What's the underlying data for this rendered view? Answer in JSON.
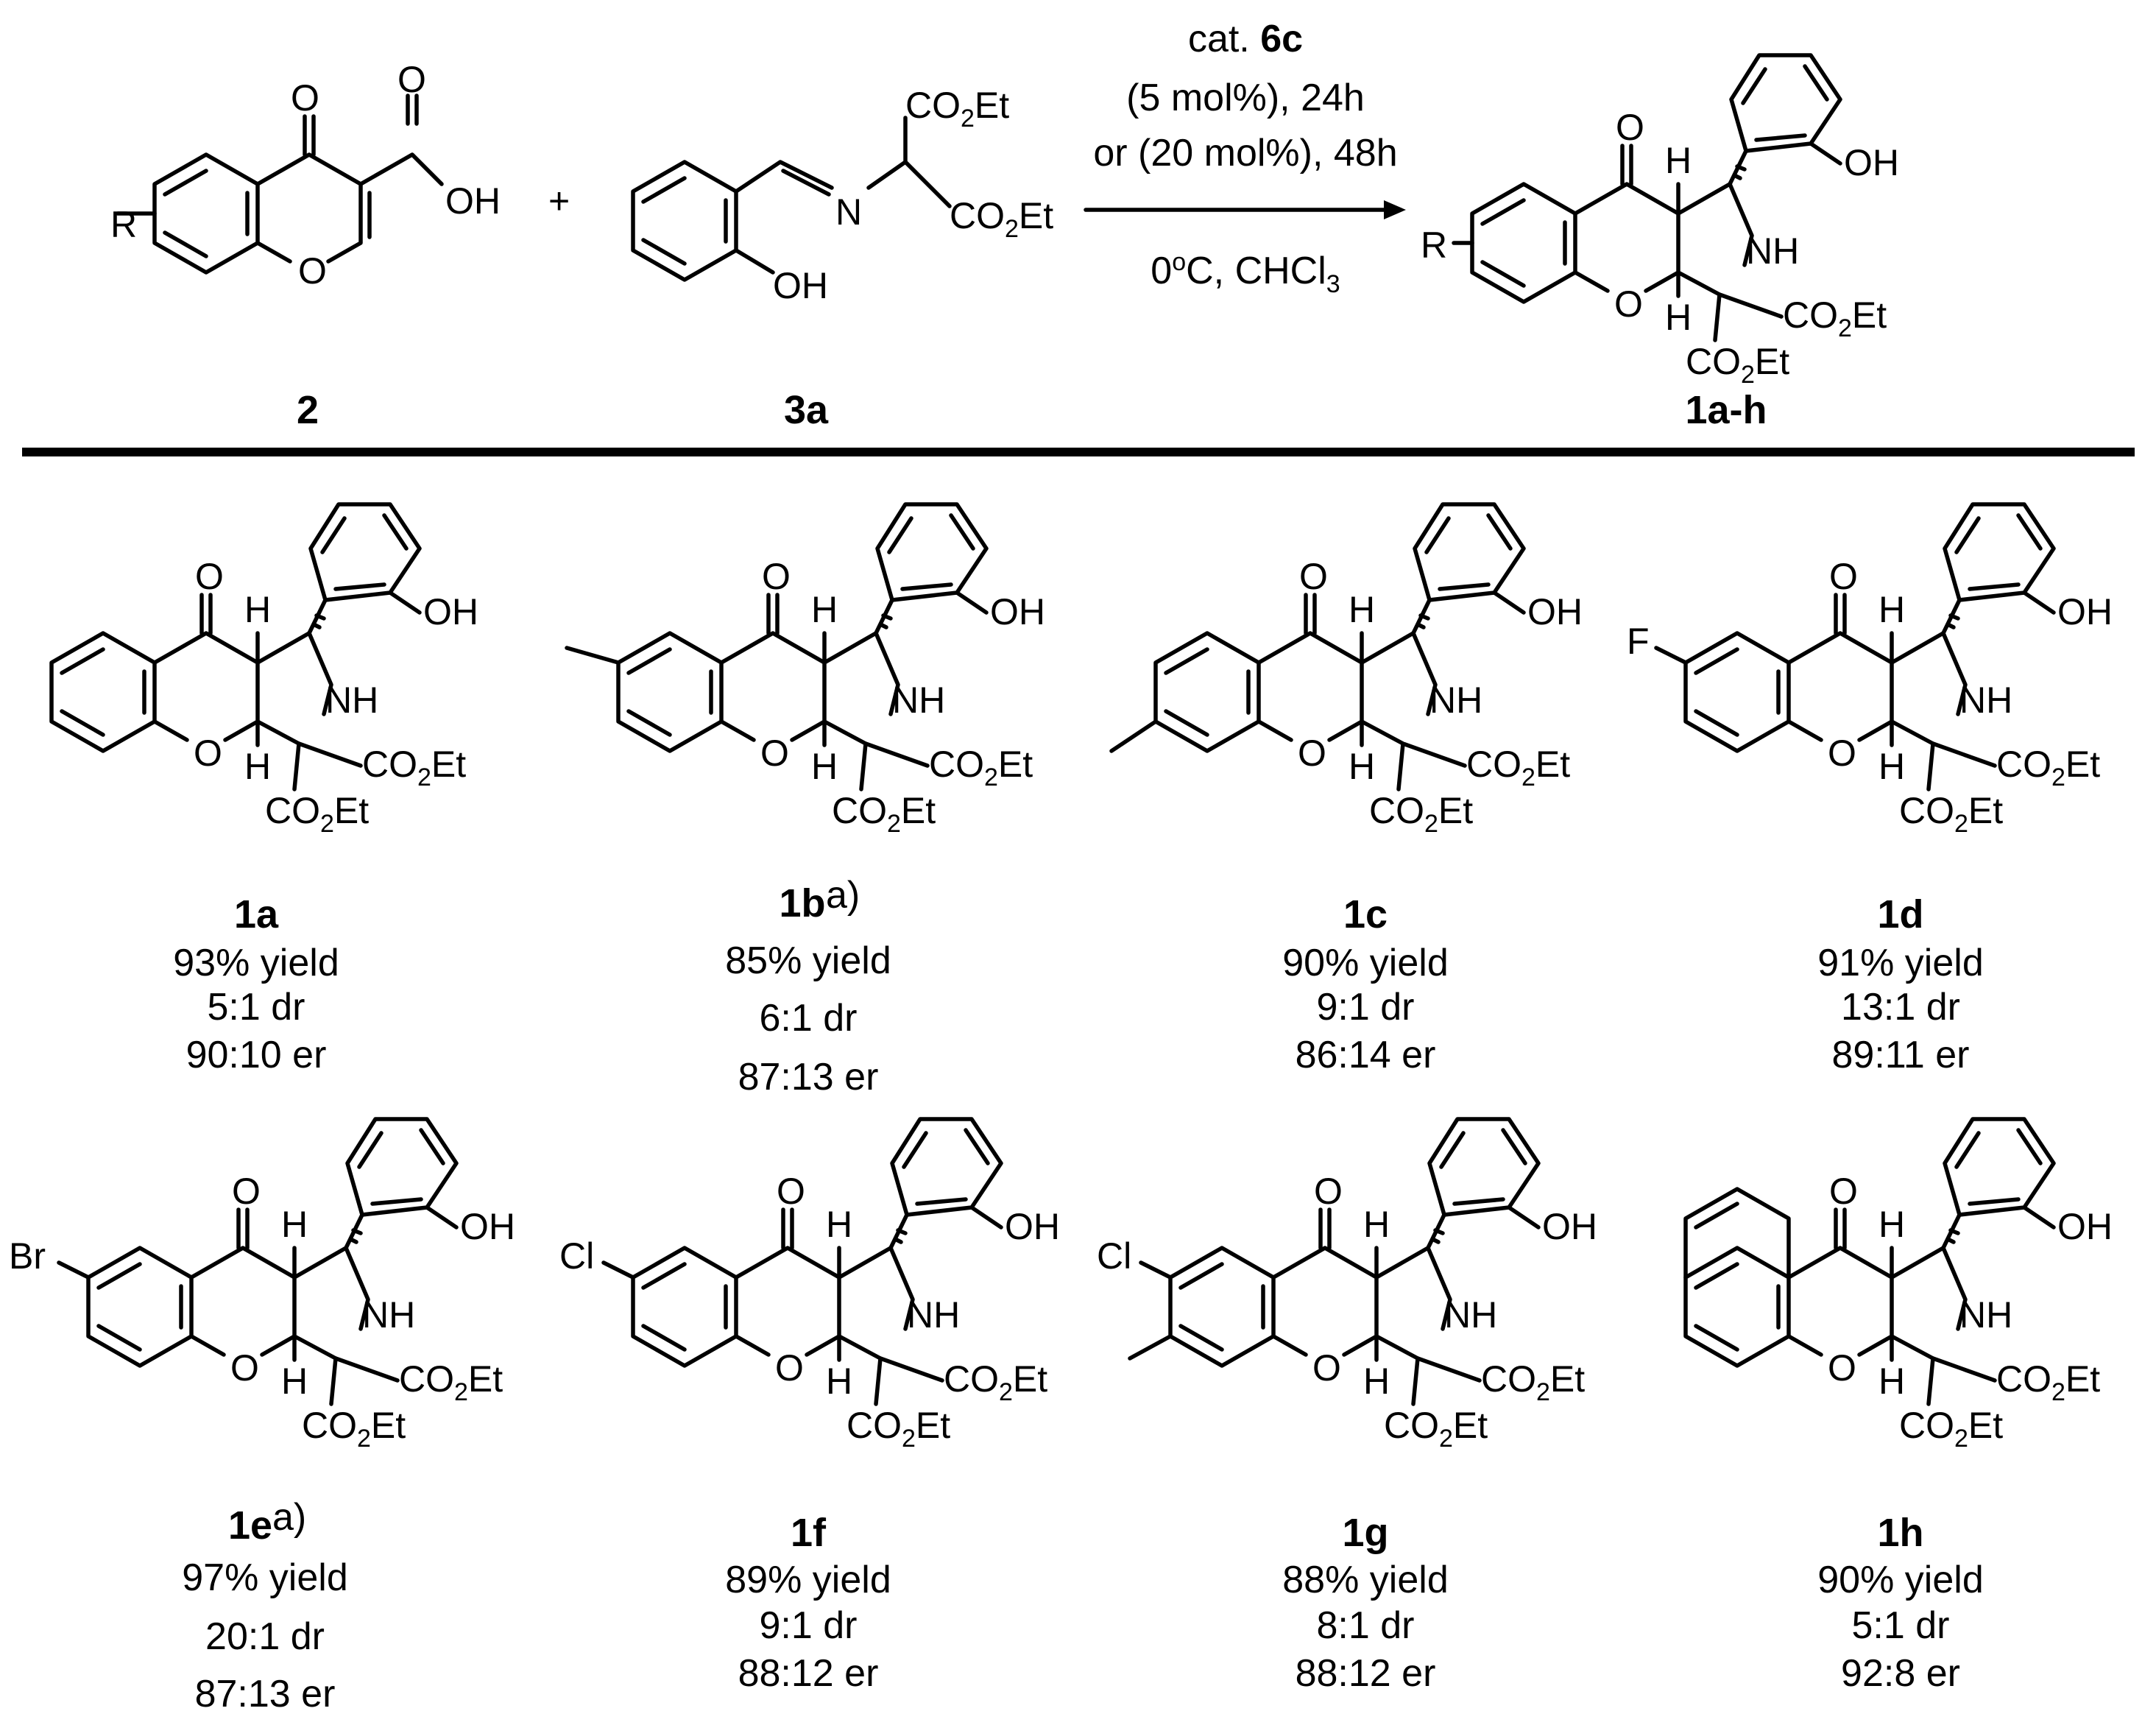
{
  "reaction": {
    "conditions": {
      "line1_plain": "cat. ",
      "line1_bold": "6c",
      "line2": "(5 mol%), 24h",
      "line3": "or (20 mol%), 48h",
      "line4_a": "0",
      "line4_sup": "o",
      "line4_b": "C, CHCl",
      "line4_sub": "3"
    },
    "plus": "+",
    "reactant1_label": "2",
    "reactant2_label": "3a",
    "product_label": "1a-h"
  },
  "products": [
    {
      "id": "1a",
      "note": "",
      "yield": "93% yield",
      "dr": "5:1 dr",
      "er": "90:10 er",
      "substituents": []
    },
    {
      "id": "1b",
      "note": "a)",
      "yield": "85% yield",
      "dr": "6:1 dr",
      "er": "87:13 er",
      "substituents": [
        "methyl"
      ]
    },
    {
      "id": "1c",
      "note": "",
      "yield": "90% yield",
      "dr": "9:1 dr",
      "er": "86:14 er",
      "substituents": [
        "methyl"
      ]
    },
    {
      "id": "1d",
      "note": "",
      "yield": "91% yield",
      "dr": "13:1 dr",
      "er": "89:11 er",
      "substituents": [
        "F"
      ]
    },
    {
      "id": "1e",
      "note": "a)",
      "yield": "97% yield",
      "dr": "20:1 dr",
      "er": "87:13 er",
      "substituents": [
        "Br"
      ]
    },
    {
      "id": "1f",
      "note": "",
      "yield": "89% yield",
      "dr": "9:1 dr",
      "er": "88:12 er",
      "substituents": [
        "Cl"
      ]
    },
    {
      "id": "1g",
      "note": "",
      "yield": "88% yield",
      "dr": "8:1 dr",
      "er": "88:12 er",
      "substituents": [
        "Cl",
        "methyl"
      ]
    },
    {
      "id": "1h",
      "note": "",
      "yield": "90% yield",
      "dr": "5:1 dr",
      "er": "92:8 er",
      "substituents": [
        "fused benzo ring"
      ]
    }
  ],
  "atom_labels": {
    "O": "O",
    "H": "H",
    "OH": "OH",
    "NH": "NH",
    "R": "R",
    "CO": "CO",
    "sub2": "2",
    "Et": "Et",
    "N": "N",
    "F": "F",
    "Cl": "Cl",
    "Br": "Br"
  }
}
